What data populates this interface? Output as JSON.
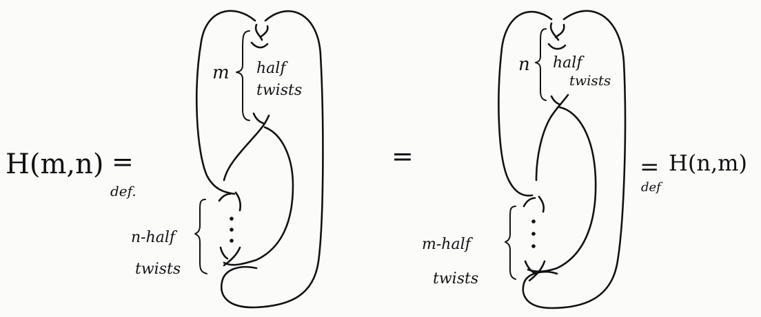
{
  "left": {
    "lhs": "H(m,n)",
    "eq": "=",
    "def": "def.",
    "top_count": "m",
    "top_half": "half",
    "top_twists": "twists",
    "bottom_label_1": "n-half",
    "bottom_label_2": "twists"
  },
  "middle": {
    "eq": "="
  },
  "right": {
    "eq": "=",
    "def": "def",
    "rhs": "H(n,m)",
    "top_count": "n",
    "top_half": "half",
    "top_twists": "twists",
    "bottom_label_1": "m-half",
    "bottom_label_2": "twists"
  }
}
